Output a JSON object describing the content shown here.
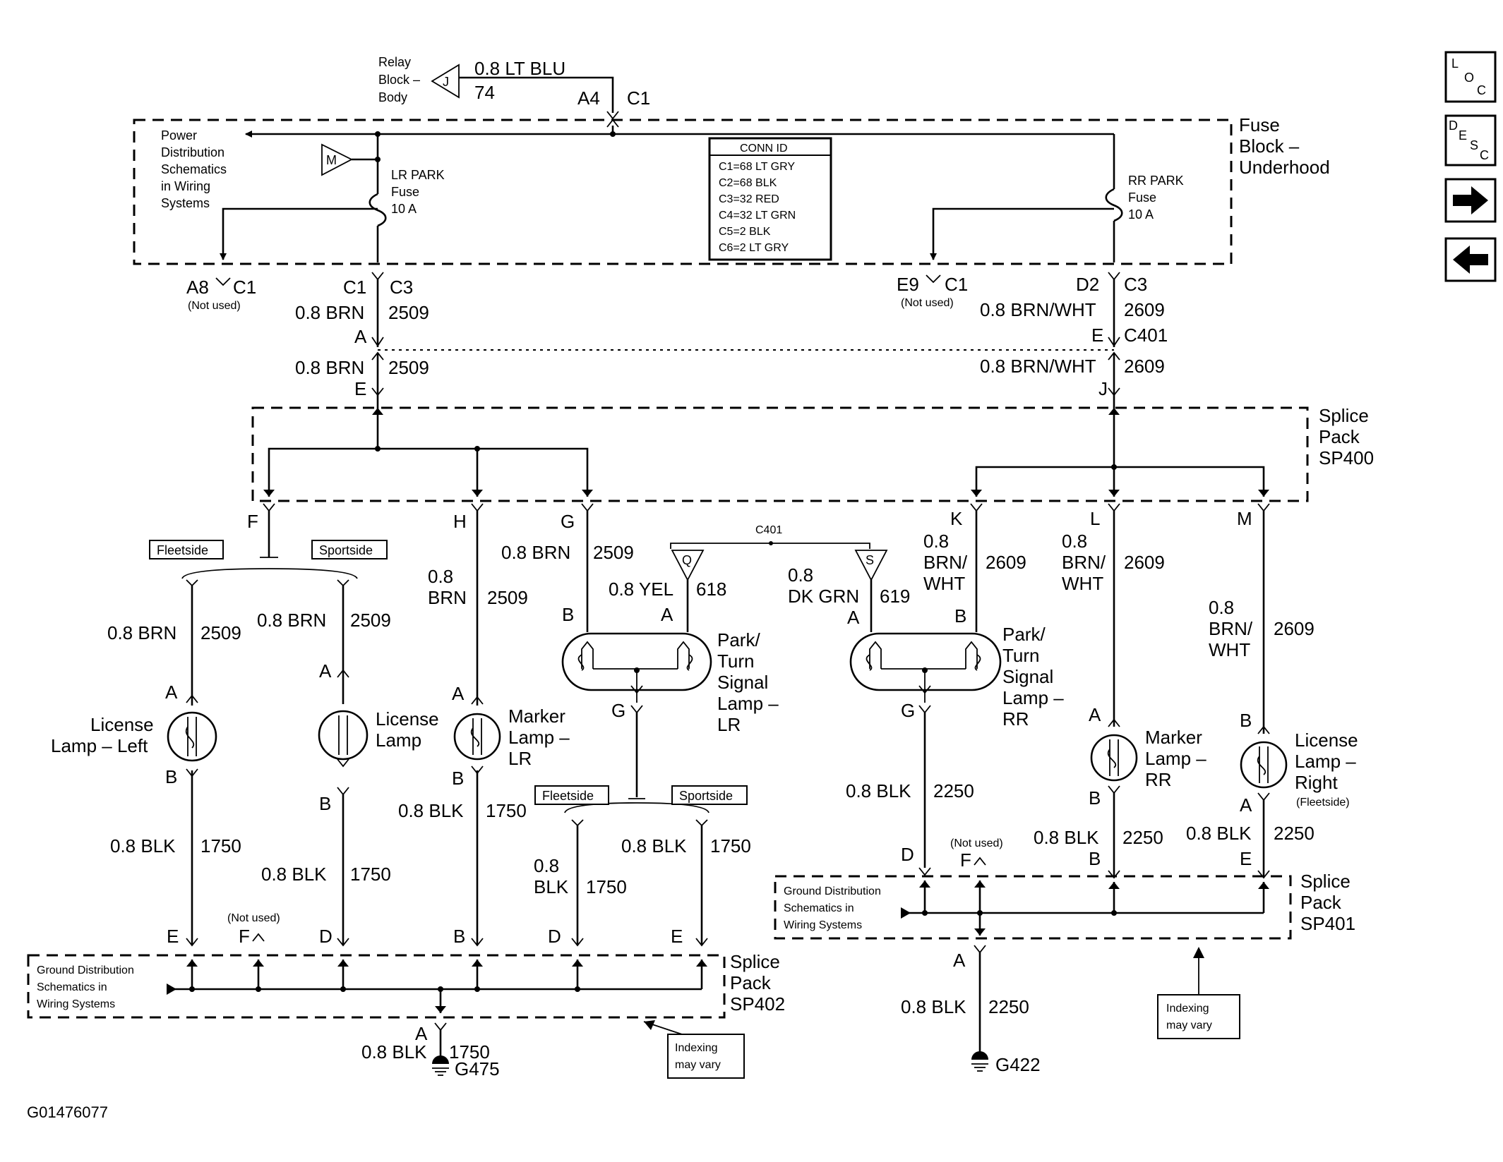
{
  "top": {
    "relay_block_lines": [
      "Relay",
      "Block –",
      "Body"
    ],
    "relay_pin": "J",
    "wire_color": "0.8 LT BLU",
    "circuit": "74",
    "cavity": "A4",
    "connector": "C1"
  },
  "fuse_block": {
    "title_lines": [
      "Fuse",
      "Block –",
      "Underhood"
    ],
    "power_dist_lines": [
      "Power",
      "Distribution",
      "Schematics",
      "in Wiring",
      "Systems"
    ],
    "m_label": "M",
    "lr_fuse_lines": [
      "LR PARK",
      "Fuse",
      "10 A"
    ],
    "rr_fuse_lines": [
      "RR PARK",
      "Fuse",
      "10 A"
    ],
    "conn_id": {
      "title": "CONN ID",
      "rows": [
        "C1=68 LT GRY",
        "C2=68 BLK",
        "C3=32 RED",
        "C4=32 LT GRN",
        "C5=2 BLK",
        "C6=2 LT GRY"
      ]
    }
  },
  "fuse_outputs": {
    "a8": "A8",
    "a8_conn": "C1",
    "a8_note": "(Not used)",
    "lr_cav": "C1",
    "lr_conn": "C3",
    "e9": "E9",
    "e9_conn": "C1",
    "e9_note": "(Not used)",
    "rr_cav": "D2",
    "rr_conn": "C3"
  },
  "c401_left": {
    "wire": "0.8 BRN",
    "circuit": "2509",
    "pin_top": "A",
    "pin_bottom": "E"
  },
  "c401_right": {
    "wire": "0.8 BRN/WHT",
    "circuit": "2609",
    "pin_top": "E",
    "conn": "C401",
    "pin_bottom": "J"
  },
  "sp400": {
    "title_lines": [
      "Splice",
      "Pack",
      "SP400"
    ],
    "pins": [
      "F",
      "H",
      "G",
      "K",
      "L",
      "M"
    ]
  },
  "options": {
    "fleetside": "Fleetside",
    "sportside": "Sportside"
  },
  "branch_wires": {
    "h_wire_lines": [
      "0.8",
      "BRN"
    ],
    "h_circuit": "2509",
    "g_wire": "0.8 BRN",
    "g_circuit": "2509",
    "k_wire_lines": [
      "0.8",
      "BRN/",
      "WHT"
    ],
    "k_circuit": "2609",
    "l_wire_lines": [
      "0.8",
      "BRN/",
      "WHT"
    ],
    "l_circuit": "2609",
    "m_wire_lines": [
      "0.8",
      "BRN/",
      "WHT"
    ],
    "m_circuit": "2609",
    "fleet_wire": "0.8 BRN",
    "fleet_circuit": "2509",
    "sport_wire": "0.8 BRN",
    "sport_circuit": "2509"
  },
  "c401_mid": {
    "label": "C401",
    "q": "Q",
    "s": "S",
    "yel_wire": "0.8 YEL",
    "yel_circuit": "618",
    "grn_wire_lines": [
      "0.8",
      "DK GRN"
    ],
    "grn_circuit": "619"
  },
  "lamps": {
    "license_left_lines": [
      "License",
      "Lamp – Left"
    ],
    "license_lines": [
      "License",
      "Lamp"
    ],
    "marker_lr_lines": [
      "Marker",
      "Lamp –",
      "LR"
    ],
    "park_lr_lines": [
      "Park/",
      "Turn",
      "Signal",
      "Lamp –",
      "LR"
    ],
    "park_rr_lines": [
      "Park/",
      "Turn",
      "Signal",
      "Lamp –",
      "RR"
    ],
    "marker_rr_lines": [
      "Marker",
      "Lamp –",
      "RR"
    ],
    "license_right_lines": [
      "License",
      "Lamp –",
      "Right"
    ],
    "license_right_note": "(Fleetside)"
  },
  "pins": {
    "a": "A",
    "b": "B",
    "d": "D",
    "e": "E",
    "f": "F",
    "g": "G"
  },
  "grounds_left": {
    "blk_1750": "0.8 BLK",
    "c1750": "1750",
    "blk_lines": [
      "0.8",
      "BLK"
    ],
    "not_used": "(Not used)",
    "sp402_lines": [
      "Splice",
      "Pack",
      "SP402"
    ],
    "ground_dist_lines": [
      "Ground Distribution",
      "Schematics in",
      "Wiring Systems"
    ],
    "indexing_lines": [
      "Indexing",
      "may vary"
    ],
    "ground": "G475"
  },
  "grounds_right": {
    "blk": "0.8 BLK",
    "c2250": "2250",
    "not_used": "(Not used)",
    "sp401_lines": [
      "Splice",
      "Pack",
      "SP401"
    ],
    "ground_dist_lines": [
      "Ground Distribution",
      "Schematics in",
      "Wiring Systems"
    ],
    "indexing_lines": [
      "Indexing",
      "may vary"
    ],
    "ground": "G422"
  },
  "figure_id": "G01476077",
  "nav": {
    "loc": [
      "L",
      "O",
      "C"
    ],
    "desc": [
      "D",
      "E",
      "S",
      "C"
    ]
  }
}
